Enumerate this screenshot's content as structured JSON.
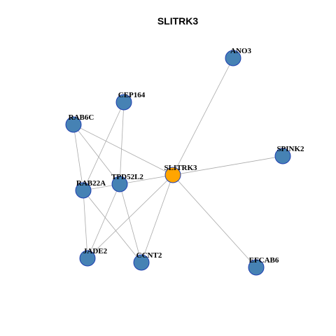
{
  "title": "SLITRK3",
  "colors": {
    "node_default": "#4682b4",
    "node_focus": "#ffa500",
    "node_border": "#1f3fb0",
    "edge": "#aaaaaa"
  },
  "nodes": [
    {
      "id": "SLITRK3",
      "label": "SLITRK3",
      "focus": true
    },
    {
      "id": "ANO3",
      "label": "ANO3",
      "focus": false
    },
    {
      "id": "CEP164",
      "label": "CEP164",
      "focus": false
    },
    {
      "id": "RAB6C",
      "label": "RAB6C",
      "focus": false
    },
    {
      "id": "SPINK2",
      "label": "SPINK2",
      "focus": false
    },
    {
      "id": "TPD52L2",
      "label": "TPD52L2",
      "focus": false
    },
    {
      "id": "RAB22A",
      "label": "RAB22A",
      "focus": false
    },
    {
      "id": "JADE2",
      "label": "JADE2",
      "focus": false
    },
    {
      "id": "CCNT2",
      "label": "CCNT2",
      "focus": false
    },
    {
      "id": "EFCAB6",
      "label": "EFCAB6",
      "focus": false
    }
  ],
  "edges": [
    [
      "SLITRK3",
      "ANO3"
    ],
    [
      "SLITRK3",
      "SPINK2"
    ],
    [
      "SLITRK3",
      "EFCAB6"
    ],
    [
      "SLITRK3",
      "RAB6C"
    ],
    [
      "SLITRK3",
      "RAB22A"
    ],
    [
      "SLITRK3",
      "JADE2"
    ],
    [
      "SLITRK3",
      "CCNT2"
    ],
    [
      "CEP164",
      "TPD52L2"
    ],
    [
      "CEP164",
      "RAB22A"
    ],
    [
      "RAB6C",
      "TPD52L2"
    ],
    [
      "RAB6C",
      "RAB22A"
    ],
    [
      "TPD52L2",
      "JADE2"
    ],
    [
      "TPD52L2",
      "CCNT2"
    ],
    [
      "RAB22A",
      "JADE2"
    ],
    [
      "RAB22A",
      "CCNT2"
    ]
  ]
}
